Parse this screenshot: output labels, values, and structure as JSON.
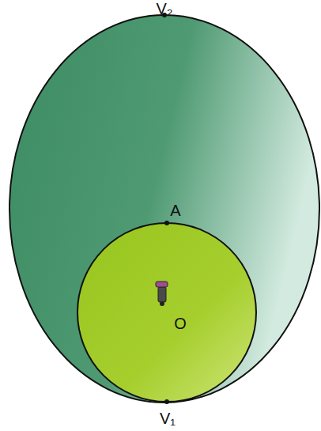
{
  "diagram": {
    "nodes": [
      {
        "text": [
          "V₂"
        ]
      },
      {
        "text": [
          "A",
          "O"
        ],
        "in": 0
      }
    ],
    "labels": [
      "V₁"
    ]
  }
}
